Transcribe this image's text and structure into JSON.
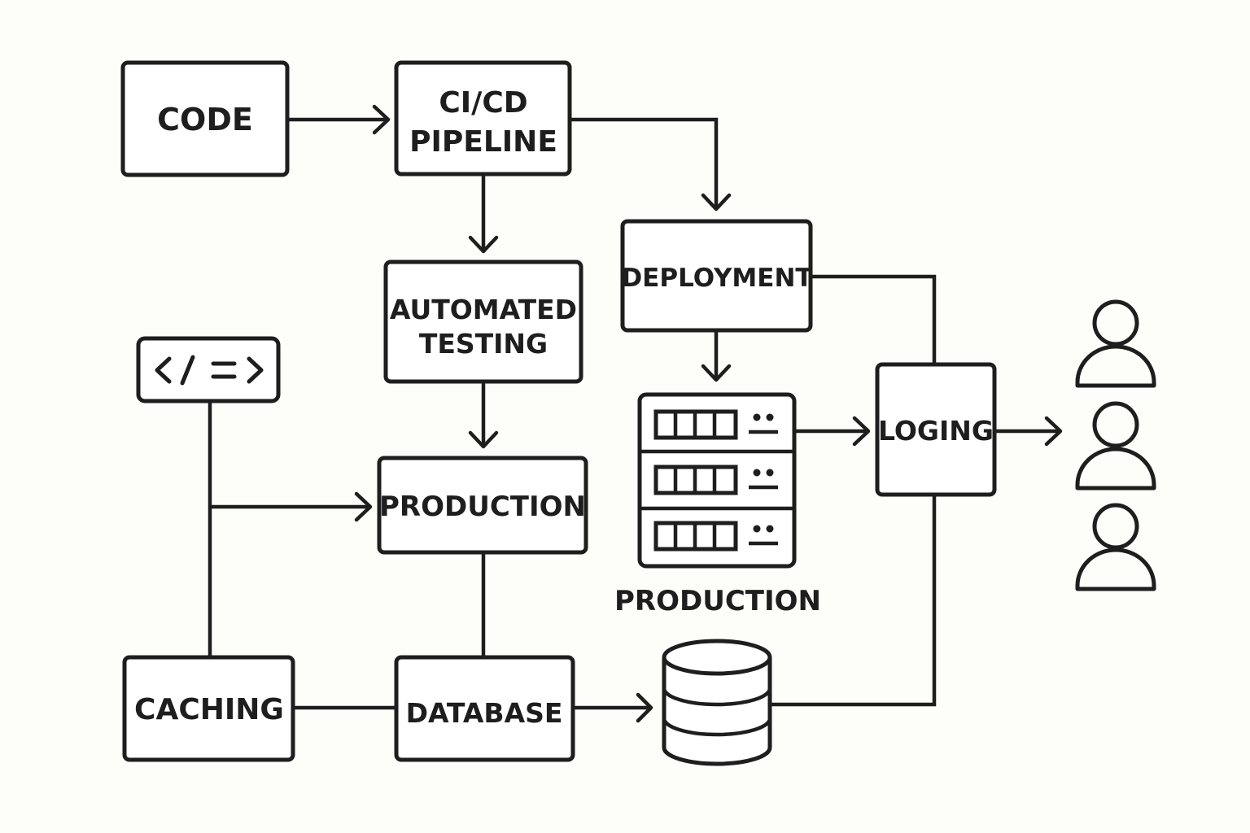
{
  "nodes": {
    "code": "CODE",
    "cicd_line1": "CI/CD",
    "cicd_line2": "PIPELINE",
    "testing_line1": "AUTOMATED",
    "testing_line2": "TESTING",
    "deployment": "DEPLOYMENT",
    "production": "PRODUCTION",
    "server_caption": "PRODUCTION",
    "logging": "LOGING",
    "caching": "CACHING",
    "database": "DATABASE"
  },
  "icons": {
    "code_editor": "code-editor-icon",
    "server_rack": "server-rack-icon",
    "database_cylinder": "database-icon",
    "users": "users-icon"
  },
  "colors": {
    "stroke": "#1e1e1e",
    "background": "#fdfdf9"
  }
}
